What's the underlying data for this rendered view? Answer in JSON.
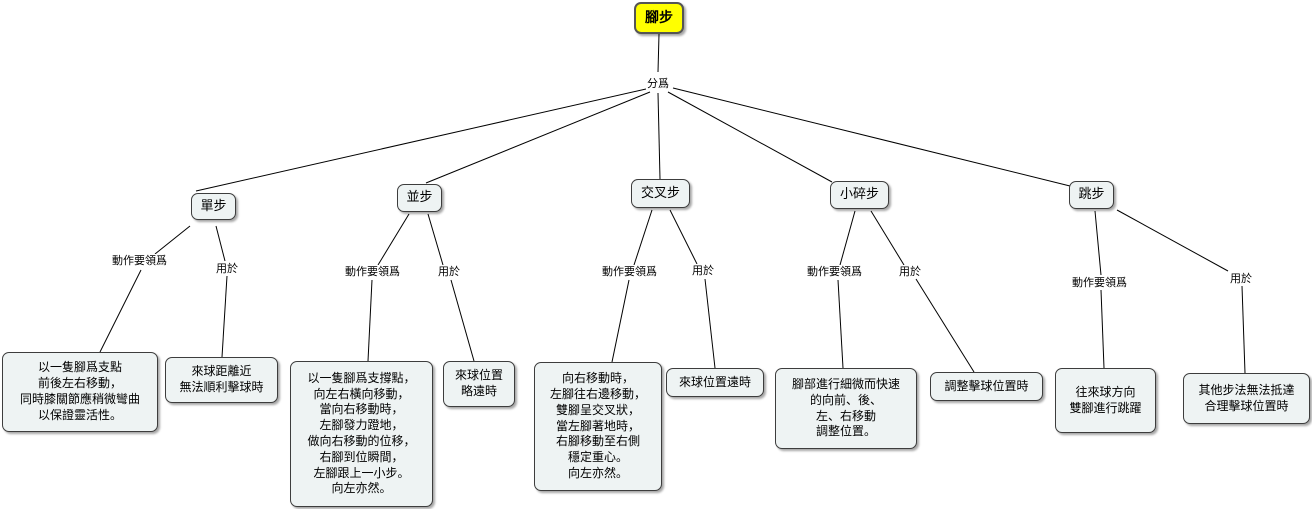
{
  "root": {
    "label": "腳步"
  },
  "split_label": "分爲",
  "branches": [
    {
      "label": "單步",
      "how_label": "動作要領爲",
      "how_text": "以一隻腳爲支點\n前後左右移動，\n同時膝關節應稍微彎曲\n以保證靈活性。",
      "use_label": "用於",
      "use_text": "來球距離近\n無法順利擊球時"
    },
    {
      "label": "並步",
      "how_label": "動作要領爲",
      "how_text": "以一隻腳爲支撐點，\n向左右橫向移動，\n當向右移動時，\n左腳發力蹬地，\n做向右移動的位移，\n右腳到位瞬間，\n左腳跟上一小步。\n向左亦然。",
      "use_label": "用於",
      "use_text": "來球位置\n略遠時"
    },
    {
      "label": "交叉步",
      "how_label": "動作要領爲",
      "how_text": "向右移動時，\n左腳往右邊移動，\n雙腳呈交叉狀，\n當左腳著地時，\n右腳移動至右側\n穩定重心。\n向左亦然。",
      "use_label": "用於",
      "use_text": "來球位置遠時"
    },
    {
      "label": "小碎步",
      "how_label": "動作要領爲",
      "how_text": "腳部進行細微而快速\n的向前、後、\n左、右移動\n調整位置。",
      "use_label": "用於",
      "use_text": "調整擊球位置時"
    },
    {
      "label": "跳步",
      "how_label": "動作要領爲",
      "how_text": "往來球方向\n雙腳進行跳躍",
      "use_label": "用於",
      "use_text": "其他步法無法抵達\n合理擊球位置時"
    }
  ],
  "colors": {
    "root_fill": "#ffff00",
    "node_fill": "#eef3f3",
    "line": "#000000"
  }
}
